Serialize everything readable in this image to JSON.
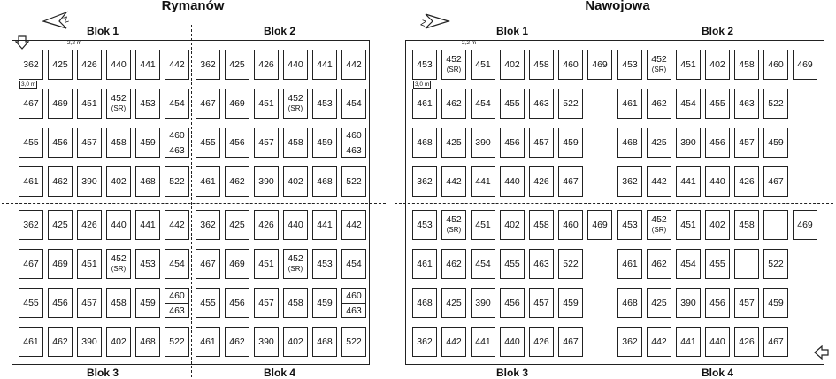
{
  "left_site": {
    "title": "Rymanów",
    "blocks": {
      "top_left": "Blok 1",
      "top_right": "Blok 2",
      "bottom_left": "Blok 3",
      "bottom_right": "Blok 4"
    },
    "dimension_width": "2,2 m",
    "dimension_spacing": "3,0 m",
    "rows_block1": [
      [
        "362",
        "425",
        "426",
        "440",
        "441",
        "442"
      ],
      [
        "467",
        "469",
        "451",
        "452|(SR)",
        "453",
        "454"
      ],
      [
        "455",
        "456",
        "457",
        "458",
        "459",
        "460/463"
      ],
      [
        "461",
        "462",
        "390",
        "402",
        "468",
        "522"
      ]
    ],
    "rows_block2": [
      [
        "362",
        "425",
        "426",
        "440",
        "441",
        "442"
      ],
      [
        "467",
        "469",
        "451",
        "452|(SR)",
        "453",
        "454"
      ],
      [
        "455",
        "456",
        "457",
        "458",
        "459",
        "460/463"
      ],
      [
        "461",
        "462",
        "390",
        "402",
        "468",
        "522"
      ]
    ],
    "rows_block3": [
      [
        "362",
        "425",
        "426",
        "440",
        "441",
        "442"
      ],
      [
        "467",
        "469",
        "451",
        "452|(SR)",
        "453",
        "454"
      ],
      [
        "455",
        "456",
        "457",
        "458",
        "459",
        "460/463"
      ],
      [
        "461",
        "462",
        "390",
        "402",
        "468",
        "522"
      ]
    ],
    "rows_block4": [
      [
        "362",
        "425",
        "426",
        "440",
        "441",
        "442"
      ],
      [
        "467",
        "469",
        "451",
        "452|(SR)",
        "453",
        "454"
      ],
      [
        "455",
        "456",
        "457",
        "458",
        "459",
        "460/463"
      ],
      [
        "461",
        "462",
        "390",
        "402",
        "468",
        "522"
      ]
    ]
  },
  "right_site": {
    "title": "Nawojowa",
    "blocks": {
      "top_left": "Blok 1",
      "top_right": "Blok 2",
      "bottom_left": "Blok 3",
      "bottom_right": "Blok 4"
    },
    "dimension_width": "2,2 m",
    "dimension_spacing": "3,0 m",
    "rows_block1": [
      [
        "453",
        "452|(SR)",
        "451",
        "402",
        "458",
        "460",
        "469"
      ],
      [
        "461",
        "462",
        "454",
        "455",
        "463",
        "522",
        ""
      ],
      [
        "468",
        "425",
        "390",
        "456",
        "457",
        "459",
        ""
      ],
      [
        "362",
        "442",
        "441",
        "440",
        "426",
        "467",
        ""
      ]
    ],
    "rows_block2": [
      [
        "453",
        "452|(SR)",
        "451",
        "402",
        "458",
        "460",
        "469"
      ],
      [
        "461",
        "462",
        "454",
        "455",
        "463",
        "522",
        ""
      ],
      [
        "468",
        "425",
        "390",
        "456",
        "457",
        "459",
        ""
      ],
      [
        "362",
        "442",
        "441",
        "440",
        "426",
        "467",
        ""
      ]
    ],
    "rows_block3": [
      [
        "453",
        "452|(SR)",
        "451",
        "402",
        "458",
        "460",
        "469"
      ],
      [
        "461",
        "462",
        "454",
        "455",
        "463",
        "522",
        ""
      ],
      [
        "468",
        "425",
        "390",
        "456",
        "457",
        "459",
        ""
      ],
      [
        "362",
        "442",
        "441",
        "440",
        "426",
        "467",
        ""
      ]
    ],
    "rows_block4": [
      [
        "453",
        "452|(SR)",
        "451",
        "402",
        "458",
        "-",
        "469"
      ],
      [
        "461",
        "462",
        "454",
        "455",
        "-",
        "522",
        ""
      ],
      [
        "468",
        "425",
        "390",
        "456",
        "457",
        "459",
        ""
      ],
      [
        "362",
        "442",
        "441",
        "440",
        "426",
        "467",
        ""
      ]
    ]
  }
}
